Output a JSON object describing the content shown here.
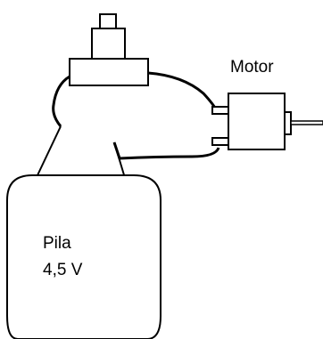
{
  "labels": {
    "motor": "Motor",
    "battery_name": "Pila",
    "battery_voltage": "4,5 V"
  },
  "colors": {
    "stroke": "#000000",
    "background": "#ffffff"
  }
}
